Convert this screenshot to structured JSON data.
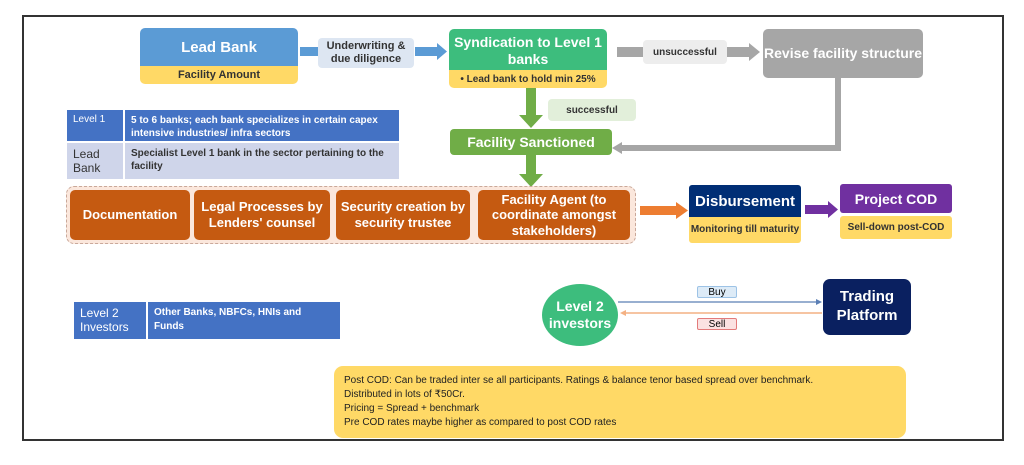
{
  "diagram": {
    "lead_bank": {
      "title": "Lead Bank",
      "subtitle": "Facility Amount"
    },
    "underwriting_label": "Underwriting & due diligence",
    "syndication": {
      "title": "Syndication to Level 1 banks",
      "subtitle": "• Lead bank to hold min 25%"
    },
    "unsuccessful_label": "unsuccessful",
    "revise": {
      "title": "Revise facility structure"
    },
    "successful_label": "successful",
    "sanctioned": {
      "title": "Facility Sanctioned"
    },
    "level1_table": [
      {
        "key": "Level 1",
        "value": "5 to 6 banks; each bank specializes in certain capex intensive industries/ infra sectors"
      },
      {
        "key": "Lead Bank",
        "value": "Specialist Level 1 bank in the sector pertaining to the facility"
      }
    ],
    "process_steps": [
      "Documentation",
      "Legal Processes by Lenders' counsel",
      "Security creation by security trustee",
      "Facility Agent (to coordinate amongst stakeholders)"
    ],
    "disbursement": {
      "title": "Disbursement",
      "subtitle": "Monitoring till maturity"
    },
    "project_cod": {
      "title": "Project COD",
      "subtitle": "Sell-down post-COD"
    },
    "level2_table": {
      "key": "Level 2 Investors",
      "value": "Other Banks, NBFCs, HNIs and Funds"
    },
    "level2_investors": "Level 2 investors",
    "buy_label": "Buy",
    "sell_label": "Sell",
    "trading_platform": "Trading Platform",
    "notes": [
      "Post COD: Can be traded inter se all participants. Ratings & balance tenor based spread over benchmark.",
      "Distributed in lots of ₹50Cr.",
      "Pricing = Spread + benchmark",
      "Pre COD rates maybe higher as compared to post COD rates"
    ],
    "colors": {
      "lead_blue": "#5b9bd5",
      "yellow": "#ffd966",
      "syndication_green": "#3dbd7d",
      "sanction_green": "#70ad47",
      "grey": "#a6a6a6",
      "orange": "#c55a11",
      "navy": "#002e75",
      "purple": "#7030a0",
      "table_blue": "#4472c4"
    }
  }
}
